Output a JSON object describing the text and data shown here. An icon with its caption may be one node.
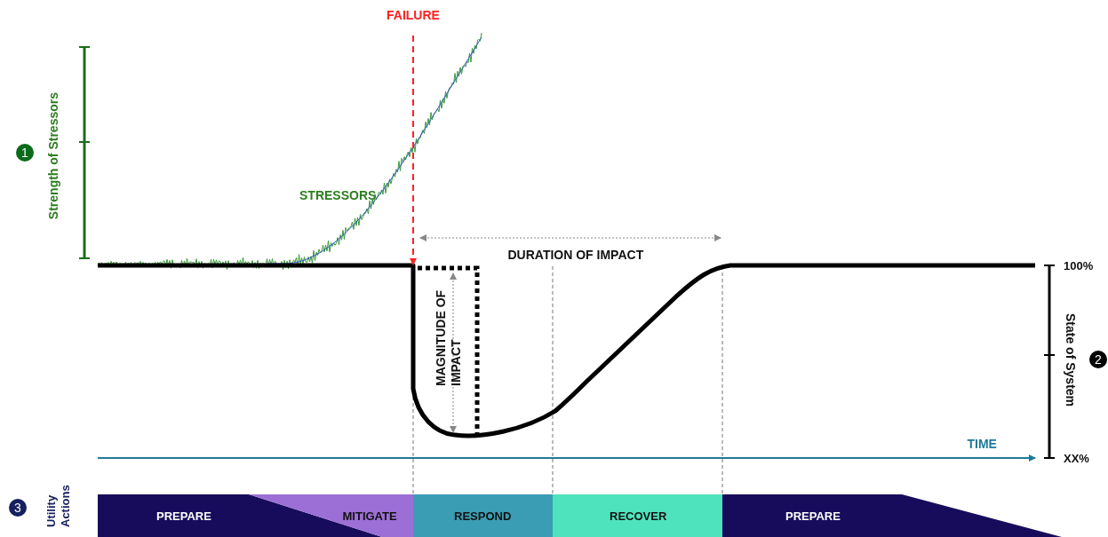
{
  "diagram": {
    "nodes": [
      {
        "text": [
          "1"
        ],
        "beside": [
          "Strength of Stressors"
        ]
      },
      {
        "text": [
          "2"
        ],
        "beside": [
          "State of System"
        ]
      },
      {
        "text": [
          "3"
        ],
        "beside": [
          "Utility Actions"
        ]
      },
      {
        "text": [
          "PREPARE"
        ]
      },
      {
        "text": [
          "MITIGATE"
        ]
      },
      {
        "text": [
          "RESPOND"
        ]
      },
      {
        "text": [
          "RECOVER"
        ]
      },
      {
        "text": [
          "PREPARE"
        ]
      }
    ],
    "edges": [],
    "labels": [
      "FAILURE",
      "STRESSORS",
      "DURATION OF IMPACT",
      "100%",
      "MAGNITUDE OF IMPACT",
      "TIME",
      "XX%"
    ]
  }
}
